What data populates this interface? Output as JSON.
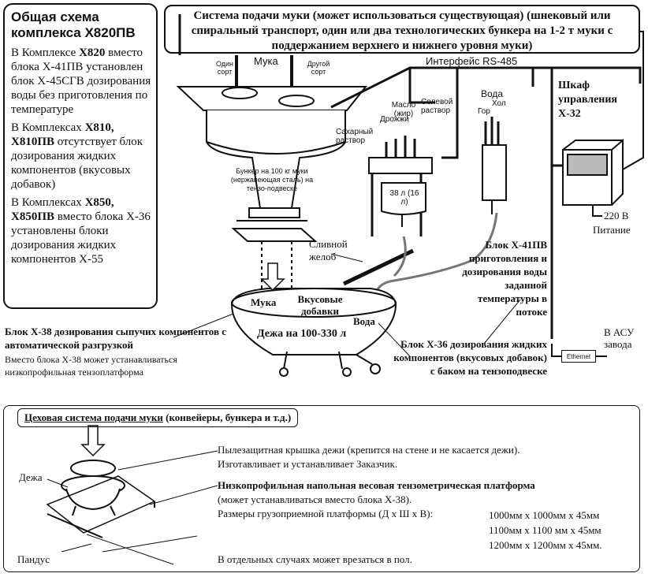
{
  "left_panel": {
    "title": "Общая схема комплекса Х820ПВ",
    "p1_pre": "В Комплексе ",
    "p1_model": "Х820",
    "p1_post": " вместо блока Х-41ПВ установлен блок Х-45СГВ дозирования воды без приготовления по температуре",
    "p2_pre": "В Комплексах ",
    "p2_model": "Х810, Х810ПВ",
    "p2_post": " отсутствует блок дозирования жидких компонентов (вкусовых добавок)",
    "p3_pre": "В Комплексах ",
    "p3_model": "Х850, Х850ПВ",
    "p3_post": " вместо блока Х-36 установлены блоки дозирования жидких компонентов Х-55"
  },
  "top_box": {
    "text": "Система подачи муки (может использоваться существующая) (шнековый или спиральный транспорт, один или два технологических бункера на 1-2 т муки с поддержанием верхнего и нижнего уровня муки)"
  },
  "hopper": {
    "flour": "Мука",
    "grade1": "Один сорт",
    "grade2": "Другой сорт",
    "bunker": "Бункер на 100 кг муки (нержавеющая сталь) на тензо-подвеске"
  },
  "interface": "Интерфейс RS-485",
  "liquids": {
    "yeast": "Дрожжи",
    "oil": "Масло (жир)",
    "salt": "Солевой раствор",
    "sugar": "Сахарный раствор",
    "tank": "38 л (16 л)"
  },
  "water": {
    "title": "Вода",
    "hot": "Гор",
    "cold": "Хол"
  },
  "cabinet": {
    "title": "Шкаф управления Х-32",
    "power_v": "220 В",
    "power": "Питание"
  },
  "drain": "Сливной желоб",
  "bowl": {
    "flour": "Мука",
    "additives": "Вкусовые добавки",
    "water": "Вода",
    "title": "Дежа на 100-330 л"
  },
  "x41": "Блок Х-41ПВ приготовления и дозирования воды заданной температуры в потоке",
  "asu": "В АСУ завода",
  "ethernet": "Ethernet",
  "x36": "Блок Х-36 дозирования жидких компонентов (вкусовых добавок) с баком на тензоподвеске",
  "x38_title": "Блок Х-38 дозирования сыпучих компонентов с автоматической разгрузкой",
  "x38_note": "Вместо блока Х-38 может устанавливаться низкопрофильная тензоплатформа",
  "bottom": {
    "shop_system": "Цеховая система подачи муки",
    "shop_suffix": " (конвейеры, бункера и т.д.)",
    "bowl_label": "Дежа",
    "ramp_label": "Пандус",
    "lid_line1": "Пылезащитная крышка дежи (крепится на стене и не касается дежи).",
    "lid_line2": "Изготавливает и устанавливает Заказчик.",
    "platform_title": "Низкопрофильная напольная весовая тензометрическая платформа",
    "platform_note": "(может устанавливаться вместо блока Х-38).",
    "sizes_label": "Размеры грузоприемной платформы (Д х Ш х В):",
    "size1": "1000мм х 1000мм х 45мм",
    "size2": "1100мм х 1100 мм х 45мм",
    "size3": "1200мм х 1200мм х 45мм.",
    "floor_note": "В отдельных случаях может врезаться в пол."
  }
}
